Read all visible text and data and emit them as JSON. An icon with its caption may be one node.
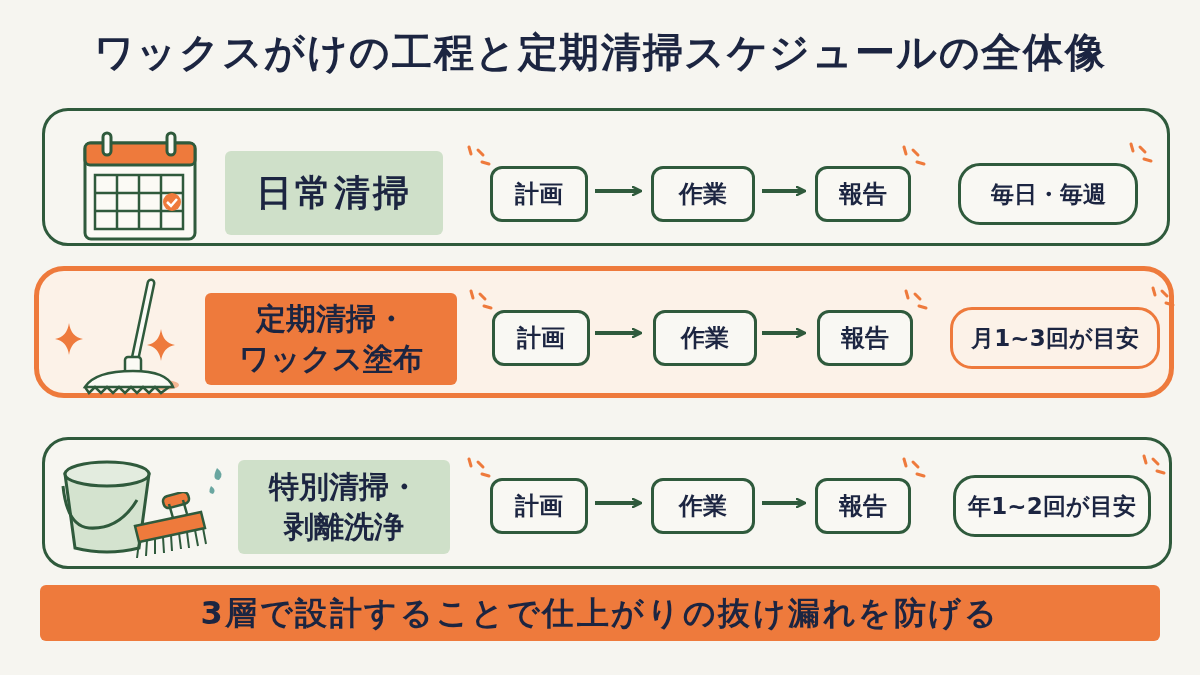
{
  "diagram": {
    "title": "ワックスがけの工程と定期清掃スケジュールの全体像",
    "nodes": [
      {
        "text": [],
        "shape": "box"
      },
      {
        "text": [
          "日常清掃"
        ],
        "in": 0
      },
      {
        "text": [
          "計画"
        ],
        "in": 0
      },
      {
        "text": [
          "作業"
        ],
        "in": 0
      },
      {
        "text": [
          "報告"
        ],
        "in": 0
      },
      {
        "text": [
          "毎日・毎週"
        ],
        "in": 0
      },
      {
        "text": [],
        "shape": "box"
      },
      {
        "text": [
          "定期清掃・ワックス塗布"
        ],
        "in": 6
      },
      {
        "text": [
          "計画"
        ],
        "in": 6
      },
      {
        "text": [
          "作業"
        ],
        "in": 6
      },
      {
        "text": [
          "報告"
        ],
        "in": 6
      },
      {
        "text": [
          "月1~3回が目安"
        ],
        "in": 6
      },
      {
        "text": [],
        "shape": "box"
      },
      {
        "text": [
          "特別清掃・剥離洗浄"
        ],
        "in": 12
      },
      {
        "text": [
          "計画"
        ],
        "in": 12
      },
      {
        "text": [
          "作業"
        ],
        "in": 12
      },
      {
        "text": [
          "報告"
        ],
        "in": 12
      },
      {
        "text": [
          "年1~2回が目安"
        ],
        "in": 12
      },
      {
        "text": [
          "3層で設計することで仕上がりの抜け漏れを防げる"
        ]
      }
    ],
    "edges": [
      {
        "from": 2,
        "to": 3,
        "arrow": "to"
      },
      {
        "from": 3,
        "to": 4,
        "arrow": "to"
      },
      {
        "from": 8,
        "to": 9,
        "arrow": "to"
      },
      {
        "from": 9,
        "to": 10,
        "arrow": "to"
      },
      {
        "from": 14,
        "to": 15,
        "arrow": "to"
      },
      {
        "from": 15,
        "to": 16,
        "arrow": "to"
      }
    ]
  }
}
